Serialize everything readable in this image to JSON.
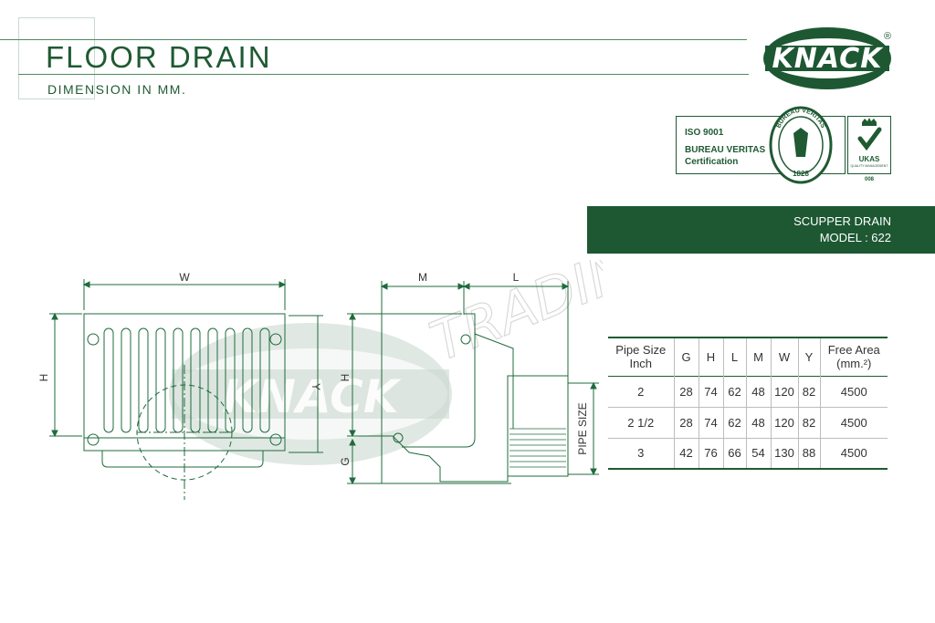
{
  "header": {
    "title": "FLOOR DRAIN",
    "subtitle": "DIMENSION IN MM."
  },
  "logo": {
    "text": "KNACK",
    "registered": "®"
  },
  "certification": {
    "line1": "ISO 9001",
    "line2": "BUREAU VERITAS",
    "line3": "Certification",
    "seal_top": "BUREAU VERITAS",
    "seal_year": "1828",
    "ukas": "UKAS",
    "ukas_sub": "QUALITY MANAGEMENT",
    "ukas_number": "008"
  },
  "product": {
    "name": "SCUPPER DRAIN",
    "model": "MODEL : 622"
  },
  "drawing": {
    "labels": {
      "w": "W",
      "h_front": "H",
      "y": "Y",
      "m": "M",
      "l": "L",
      "h_side": "H",
      "g": "G",
      "pipe_size": "PIPE SIZE"
    },
    "watermark_brand": "KNACK",
    "watermark_trading": "TRADING"
  },
  "table": {
    "headers": [
      [
        "Pipe Size",
        "Inch"
      ],
      [
        "G"
      ],
      [
        "H"
      ],
      [
        "L"
      ],
      [
        "M"
      ],
      [
        "W"
      ],
      [
        "Y"
      ],
      [
        "Free Area",
        "(mm.²)"
      ]
    ],
    "rows": [
      [
        "2",
        "28",
        "74",
        "62",
        "48",
        "120",
        "82",
        "4500"
      ],
      [
        "2 1/2",
        "28",
        "74",
        "62",
        "48",
        "120",
        "82",
        "4500"
      ],
      [
        "3",
        "42",
        "76",
        "66",
        "54",
        "130",
        "88",
        "4500"
      ]
    ]
  },
  "colors": {
    "brand_green": "#1d5833",
    "line_green": "#4d8a61",
    "drawing_line": "#1f6b3c"
  }
}
